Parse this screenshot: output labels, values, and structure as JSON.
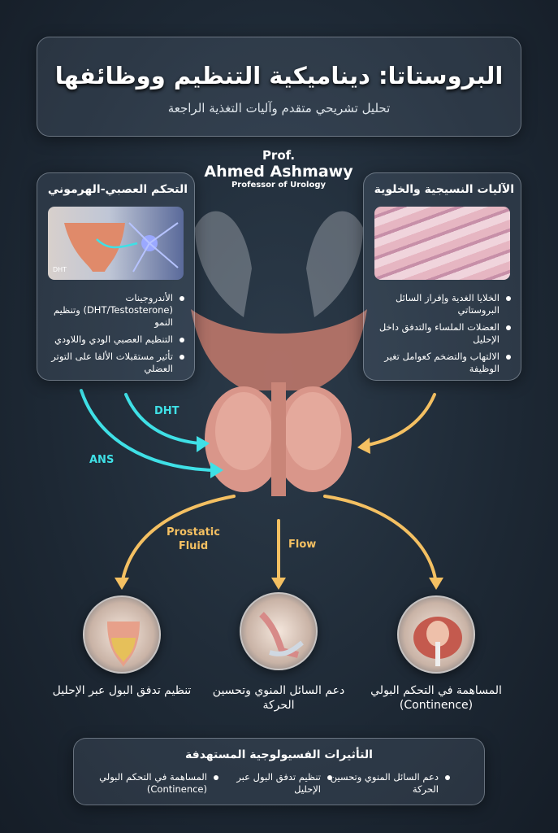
{
  "header": {
    "title": "البروستاتا: ديناميكية التنظيم ووظائفها",
    "subtitle": "تحليل تشريحي متقدم وآليات التغذية الراجعة"
  },
  "author": {
    "prefix": "Prof.",
    "name": "Ahmed Ashmawy",
    "role": "Professor of Urology"
  },
  "left_panel": {
    "title": "التحكم العصبي-الهرموني",
    "image_label": "DHT",
    "bullets": [
      "الأندروجينات (DHT/Testosterone) وتنظيم النمو",
      "التنظيم العصبي الودي واللاودي",
      "تأثير مستقبلات الألفا على التوتر العضلي"
    ]
  },
  "right_panel": {
    "title": "الآليات النسيجية والخلوية",
    "bullets": [
      "الخلايا الغدية وإفراز السائل البروستاتي",
      "العضلات الملساء والتدفق داخل الإحليل",
      "الالتهاب والتضخم كعوامل تغير الوظيفة"
    ]
  },
  "arrows": {
    "dht": "DHT",
    "ans": "ANS",
    "prostatic_fluid": "Prostatic\nFluid",
    "flow": "Flow"
  },
  "outcomes": [
    {
      "label": "تنظيم تدفق البول عبر الإحليل"
    },
    {
      "label": "دعم السائل المنوي وتحسين الحركة"
    },
    {
      "label": "المساهمة في التحكم البولي (Continence)"
    }
  ],
  "bottom": {
    "title": "التأثيرات الفسيولوجية المستهدفة",
    "items": [
      "دعم السائل المنوي وتحسين الحركة",
      "تنظيم تدفق البول عبر الإحليل",
      "المساهمة في التحكم البولي (Continence)"
    ]
  },
  "colors": {
    "cyan": "#3fe0e6",
    "orange": "#f4c062",
    "background": "#1e2a36"
  }
}
